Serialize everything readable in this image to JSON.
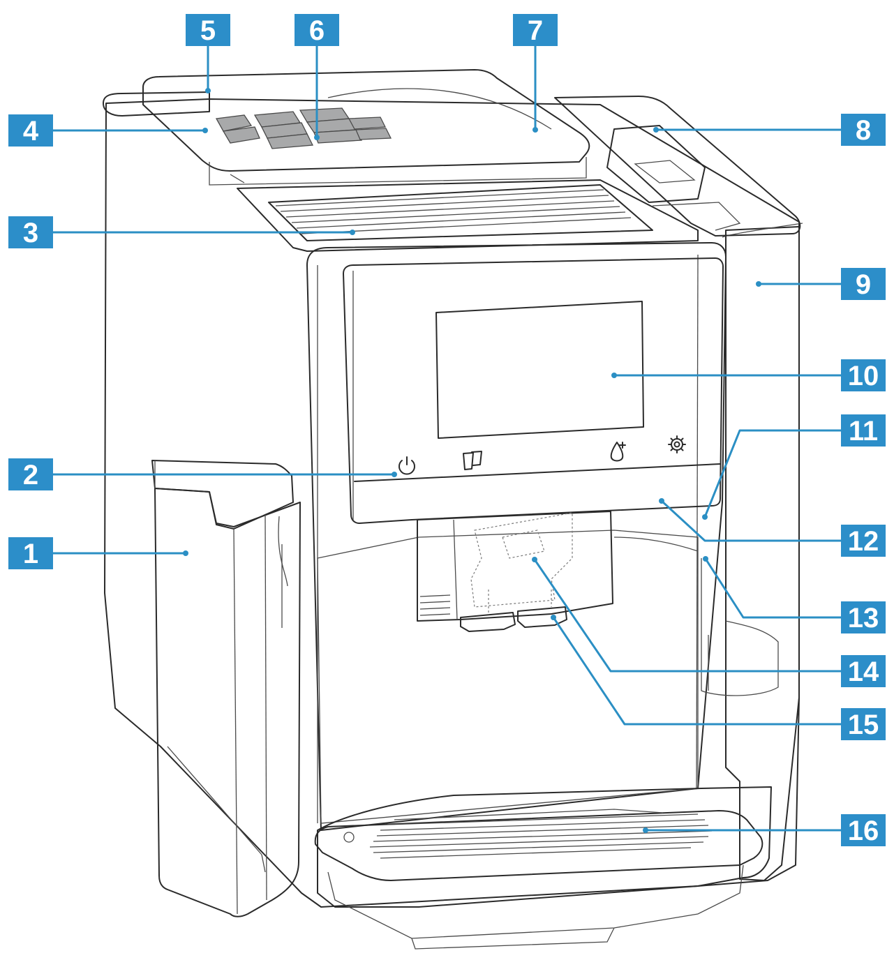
{
  "diagram": {
    "colors": {
      "accent": "#2c8ec9",
      "line": "#2a2a2a",
      "panel_gray": "#bfc0c1",
      "display_gray": "#c9c9c9",
      "body_fill": "#f7f7f7"
    },
    "callouts": [
      {
        "id": "1",
        "label": "1"
      },
      {
        "id": "2",
        "label": "2"
      },
      {
        "id": "3",
        "label": "3"
      },
      {
        "id": "4",
        "label": "4"
      },
      {
        "id": "5",
        "label": "5"
      },
      {
        "id": "6",
        "label": "6"
      },
      {
        "id": "7",
        "label": "7"
      },
      {
        "id": "8",
        "label": "8"
      },
      {
        "id": "9",
        "label": "9"
      },
      {
        "id": "10",
        "label": "10"
      },
      {
        "id": "11",
        "label": "11"
      },
      {
        "id": "12",
        "label": "12"
      },
      {
        "id": "13",
        "label": "13"
      },
      {
        "id": "14",
        "label": "14"
      },
      {
        "id": "15",
        "label": "15"
      },
      {
        "id": "16",
        "label": "16"
      }
    ],
    "panel_icons": [
      "power-icon",
      "cups-icon",
      "drop-plus-icon",
      "gear-icon"
    ]
  }
}
